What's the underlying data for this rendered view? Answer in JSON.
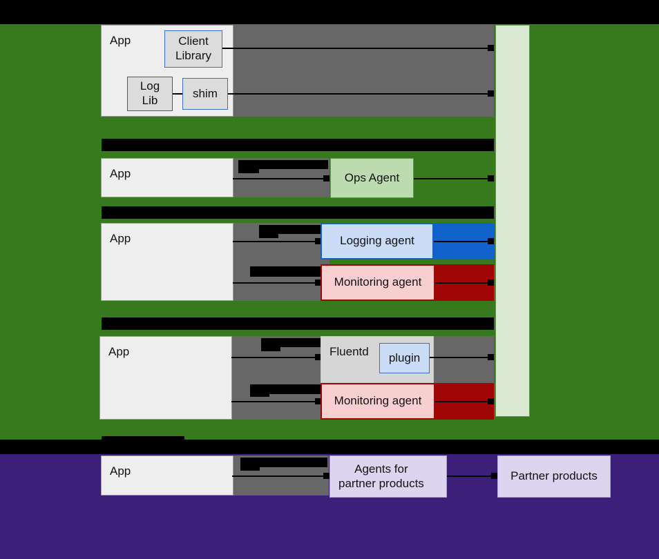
{
  "meta": {
    "title": "Logging and monitoring agent architecture"
  },
  "colors": {
    "page_black": "#000000",
    "section_green": "#367a1d",
    "section_purple": "#3b1f78",
    "destination_column": "#d9e9d1",
    "app_box": "#eeeeee",
    "gray_band": "#676767",
    "blue_band": "#1262cc",
    "red_band": "#a00606",
    "ops_agent": "#bcdcb0",
    "logging_agent": "#cbdcf6",
    "monitoring_agent": "#f8cfcf",
    "fluentd": "#d6d6d6",
    "plugin": "#cbdcf6",
    "partner": "#ddd4ef",
    "redaction": "#000000"
  },
  "sections": {
    "row1": {
      "app_label": "App",
      "nodes": {
        "client_library": "Client\nLibrary",
        "log_lib": "Log\nLib",
        "shim": "shim"
      }
    },
    "row2": {
      "header_redacted": true,
      "app_label": "App",
      "nodes": {
        "ops_agent": "Ops Agent"
      },
      "redacted_link_labels": 1
    },
    "row3": {
      "header_redacted": true,
      "app_label": "App",
      "nodes": {
        "logging_agent": "Logging agent",
        "monitoring_agent": "Monitoring agent"
      },
      "redacted_link_labels": 2
    },
    "row4": {
      "header_redacted": true,
      "app_label": "App",
      "nodes": {
        "fluentd": "Fluentd",
        "plugin": "plugin",
        "monitoring_agent": "Monitoring agent"
      },
      "redacted_link_labels": 2
    },
    "row5": {
      "header_redacted": true,
      "app_label": "App",
      "nodes": {
        "partner_agents": "Agents for\npartner products",
        "partner_products": "Partner products"
      },
      "redacted_link_labels": 1
    }
  },
  "icons": {
    "arrowhead": "arrowhead-icon",
    "connector": "connector-line-icon",
    "redaction": "redaction-bar-icon"
  }
}
